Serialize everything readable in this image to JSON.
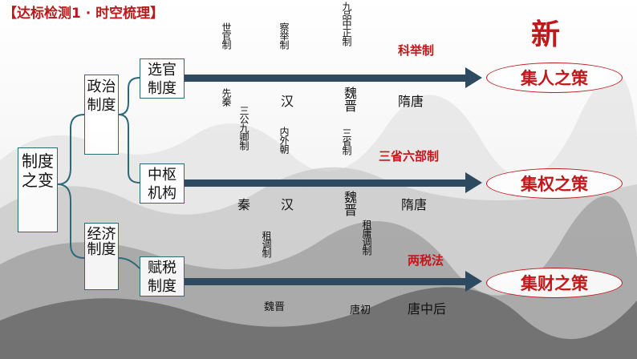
{
  "header": {
    "title": "【达标检测1 · 时空梳理】"
  },
  "new_label": "新",
  "root": {
    "label": "制度之变"
  },
  "branches": {
    "politics": "政治制度",
    "economy": "经济制度"
  },
  "rows": {
    "official": {
      "label": "选官制度",
      "vertical_terms": [
        "世官制",
        "察举制",
        "九品中正制"
      ],
      "periods": [
        "先秦",
        "汉",
        "魏晋",
        "隋唐"
      ],
      "system": "科举制",
      "policy": "集人之策"
    },
    "central": {
      "label": "中枢机构",
      "vertical_terms": [
        "三公九卿制",
        "内外朝",
        "三省制"
      ],
      "periods": [
        "秦",
        "汉",
        "魏晋",
        "隋唐"
      ],
      "system": "三省六部制",
      "policy": "集权之策"
    },
    "tax": {
      "label": "赋税制度",
      "vertical_terms": [
        "租调制",
        "租庸调制"
      ],
      "periods": [
        "魏晋",
        "唐初",
        "唐中后"
      ],
      "system": "两税法",
      "policy": "集财之策"
    }
  },
  "colors": {
    "accent_red": "#c0181b",
    "arrow": "#2e4a61",
    "box_border": "#2d6a78"
  }
}
